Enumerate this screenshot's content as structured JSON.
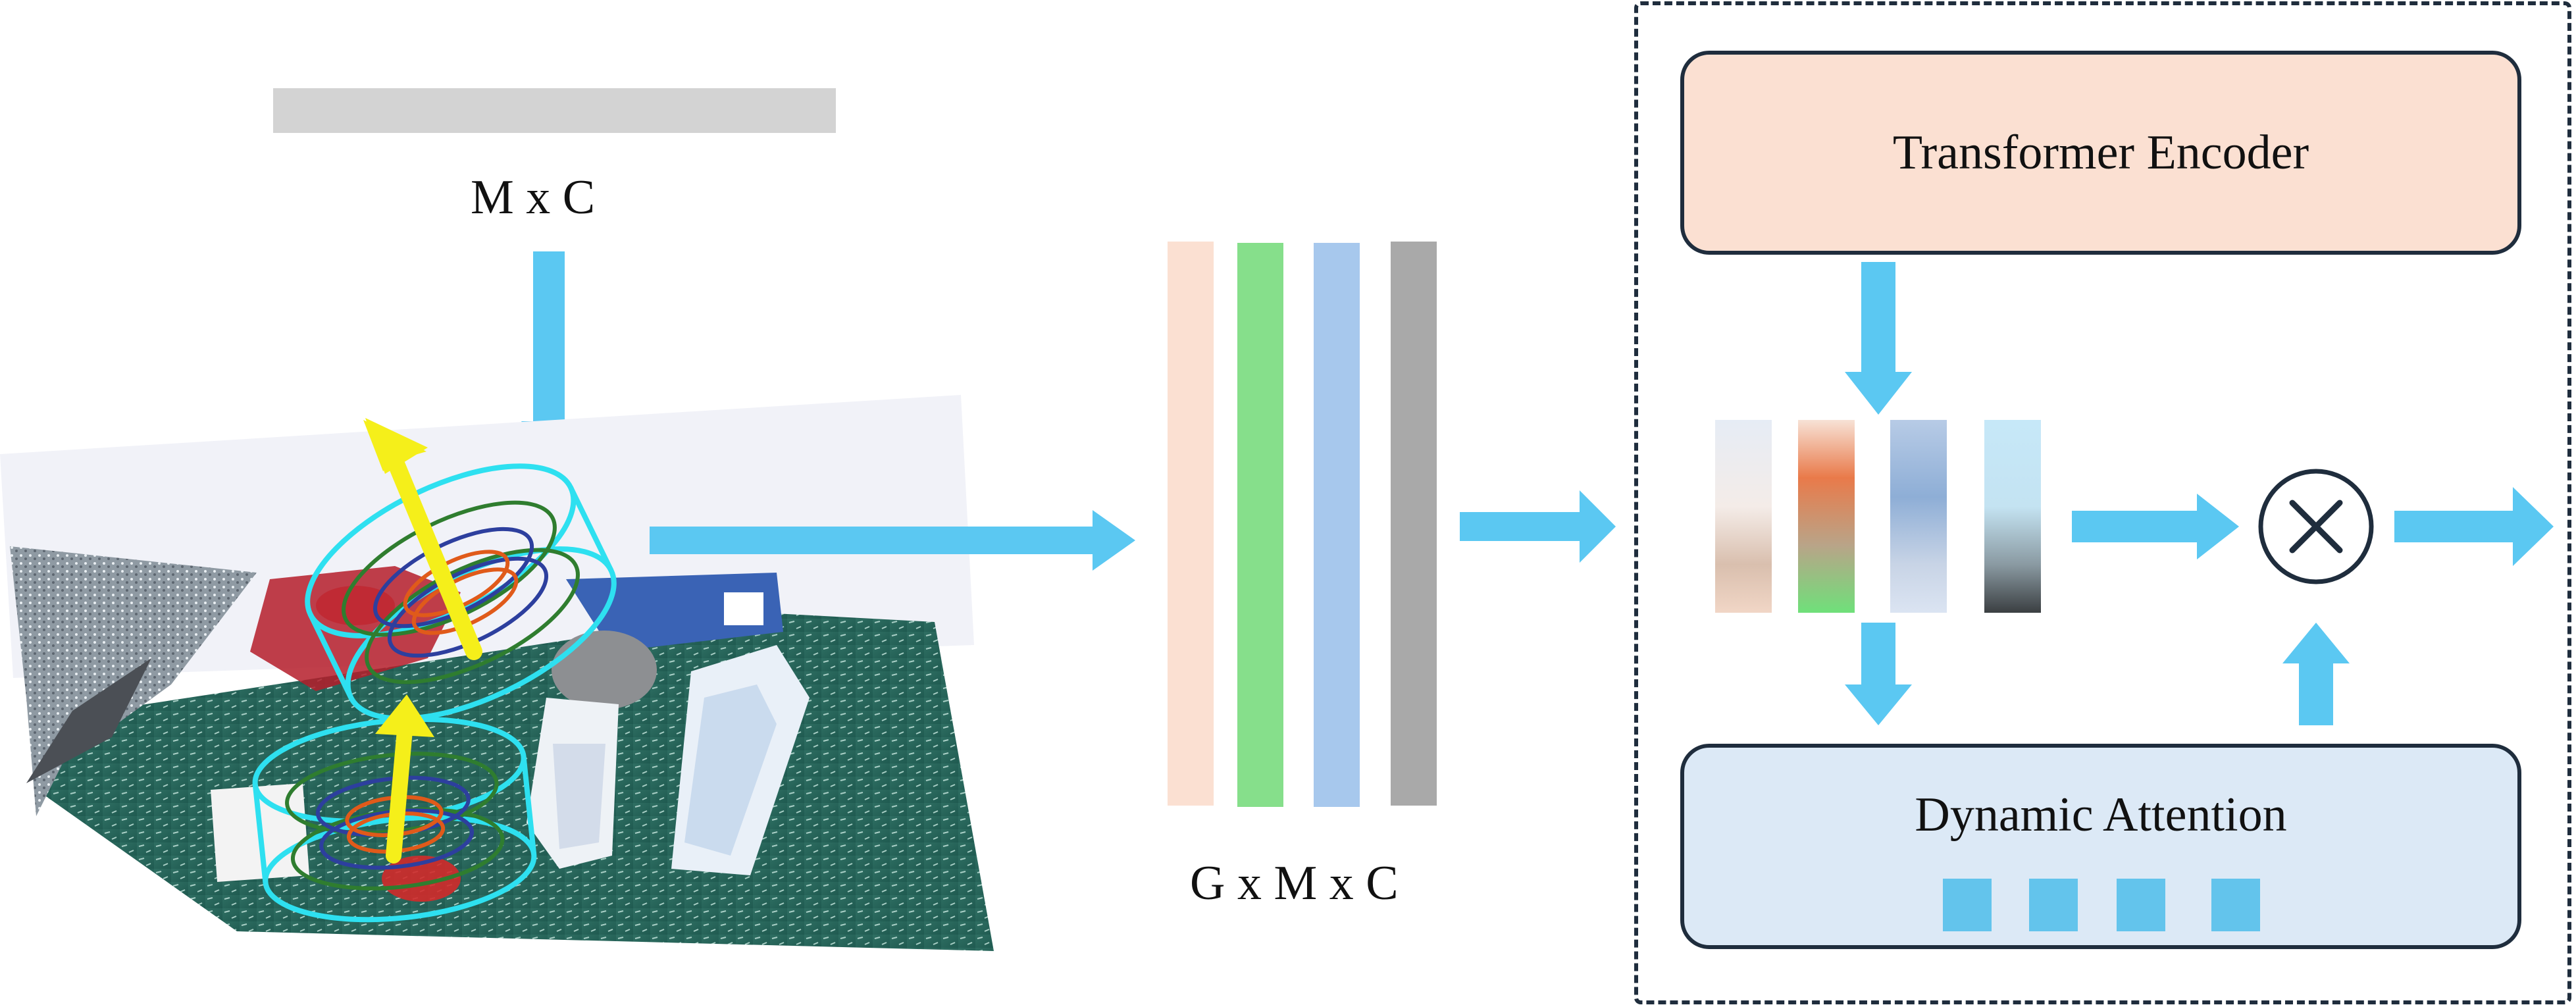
{
  "labels": {
    "token": "M x C",
    "grouped": "G x M x C",
    "encoder": "Transformer Encoder",
    "attention": "Dynamic Attention"
  },
  "icons": [
    "multiply-icon"
  ],
  "colors": {
    "arrow": "#5bc8f2",
    "token_bar": "#d3d3d3",
    "encoder_fill": "#fbe0d2",
    "attention_fill": "#dce9f6",
    "outline": "#1f2d3d",
    "feature_peach": "#fbe0d2",
    "feature_green": "#86df8b",
    "feature_blue": "#a7c8ed",
    "feature_gray": "#a9a9a9"
  }
}
